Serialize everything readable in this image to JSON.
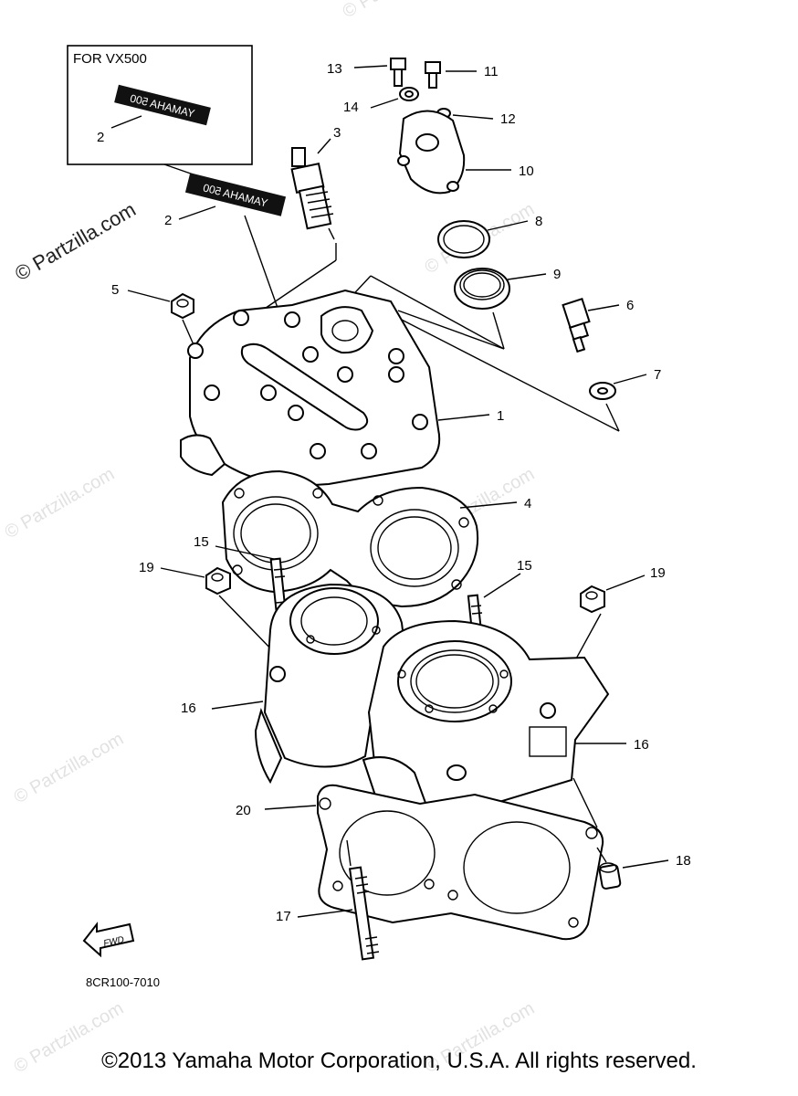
{
  "diagram": {
    "inset_title": "FOR VX500",
    "part_code": "8CR100-7010",
    "fwd_label": "FWD",
    "decal_text": "YAMAHA 500",
    "watermark_main": "© Partzilla.com",
    "watermark_repeat": "© Partzilla.com",
    "labels": {
      "l1": "1",
      "l2a": "2",
      "l2b": "2",
      "l3": "3",
      "l4": "4",
      "l5": "5",
      "l6": "6",
      "l7": "7",
      "l8": "8",
      "l9": "9",
      "l10": "10",
      "l11": "11",
      "l12": "12",
      "l13": "13",
      "l14": "14",
      "l15a": "15",
      "l15b": "15",
      "l16a": "16",
      "l16b": "16",
      "l17": "17",
      "l18": "18",
      "l19a": "19",
      "l19b": "19",
      "l20": "20"
    }
  },
  "footer": {
    "copyright": "©2013  Yamaha Motor Corporation, U.S.A. All rights reserved."
  }
}
